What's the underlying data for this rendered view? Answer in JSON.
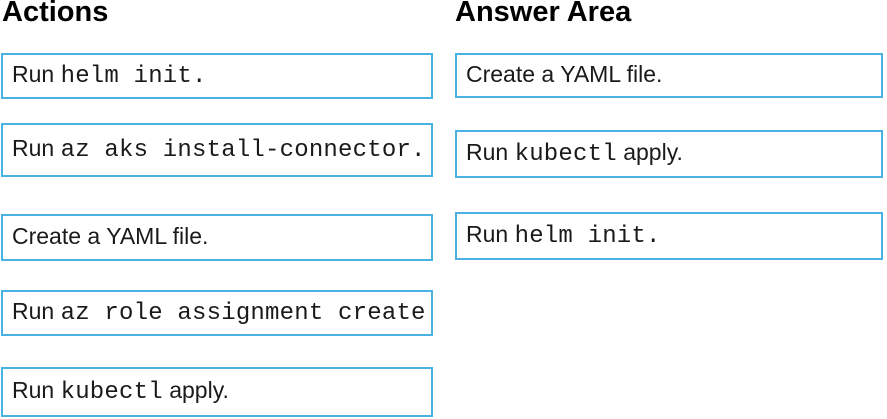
{
  "colors": {
    "accent_border": "#49b2e3",
    "text": "#1a1a1a",
    "background": "#ffffff"
  },
  "actions": {
    "title": "Actions",
    "items": [
      {
        "pre": "Run",
        "code": "helm init."
      },
      {
        "pre": "Run",
        "code": "az aks install-connector."
      },
      {
        "pre": "Create a YAML file."
      },
      {
        "pre": "Run",
        "code": "az role assignment create"
      },
      {
        "pre": "Run",
        "code": "kubectl",
        "post": "apply."
      }
    ]
  },
  "answer_area": {
    "title": "Answer Area",
    "items": [
      {
        "pre": "Create a YAML file."
      },
      {
        "pre": "Run",
        "code": "kubectl",
        "post": "apply."
      },
      {
        "pre": "Run",
        "code": "helm init."
      }
    ]
  }
}
